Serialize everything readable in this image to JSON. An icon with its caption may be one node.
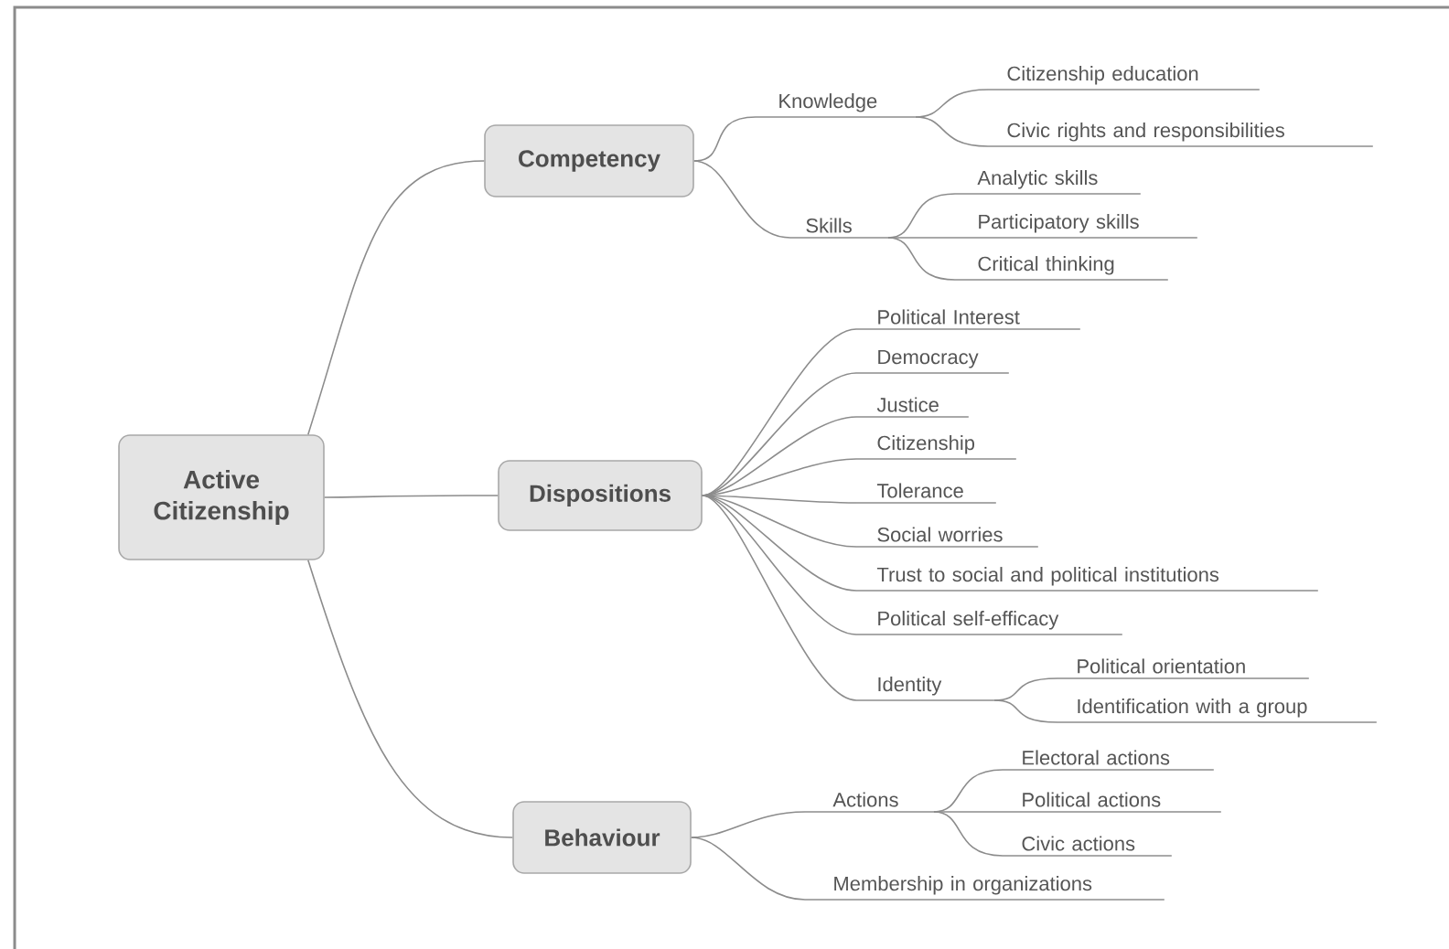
{
  "diagram": {
    "nodes": [
      {
        "text": [
          "Active Citizenship"
        ]
      },
      {
        "text": [
          "Competency"
        ]
      },
      {
        "text": [
          "Knowledge"
        ]
      },
      {
        "text": [
          "Citizenship education"
        ]
      },
      {
        "text": [
          "Civic rights and responsibilities"
        ]
      },
      {
        "text": [
          "Skills"
        ]
      },
      {
        "text": [
          "Analytic skills"
        ]
      },
      {
        "text": [
          "Participatory skills"
        ]
      },
      {
        "text": [
          "Critical thinking"
        ]
      },
      {
        "text": [
          "Dispositions"
        ]
      },
      {
        "text": [
          "Political Interest"
        ]
      },
      {
        "text": [
          "Democracy"
        ]
      },
      {
        "text": [
          "Justice"
        ]
      },
      {
        "text": [
          "Citizenship"
        ]
      },
      {
        "text": [
          "Tolerance"
        ]
      },
      {
        "text": [
          "Social worries"
        ]
      },
      {
        "text": [
          "Trust to social and political institutions"
        ]
      },
      {
        "text": [
          "Political self-efficacy"
        ]
      },
      {
        "text": [
          "Identity"
        ]
      },
      {
        "text": [
          "Political orientation"
        ]
      },
      {
        "text": [
          "Identification with a group"
        ]
      },
      {
        "text": [
          "Behaviour"
        ]
      },
      {
        "text": [
          "Actions"
        ]
      },
      {
        "text": [
          "Electoral actions"
        ]
      },
      {
        "text": [
          "Political actions"
        ]
      },
      {
        "text": [
          "Civic actions"
        ]
      },
      {
        "text": [
          "Membership in organizations"
        ]
      }
    ],
    "edges": [
      {
        "from": 0,
        "to": 1,
        "arrow": "none"
      },
      {
        "from": 0,
        "to": 9,
        "arrow": "none"
      },
      {
        "from": 0,
        "to": 21,
        "arrow": "none"
      },
      {
        "from": 1,
        "to": 2,
        "arrow": "none"
      },
      {
        "from": 1,
        "to": 5,
        "arrow": "none"
      },
      {
        "from": 2,
        "to": 3,
        "arrow": "none"
      },
      {
        "from": 2,
        "to": 4,
        "arrow": "none"
      },
      {
        "from": 5,
        "to": 6,
        "arrow": "none"
      },
      {
        "from": 5,
        "to": 7,
        "arrow": "none"
      },
      {
        "from": 5,
        "to": 8,
        "arrow": "none"
      },
      {
        "from": 9,
        "to": 10,
        "arrow": "none"
      },
      {
        "from": 9,
        "to": 11,
        "arrow": "none"
      },
      {
        "from": 9,
        "to": 12,
        "arrow": "none"
      },
      {
        "from": 9,
        "to": 13,
        "arrow": "none"
      },
      {
        "from": 9,
        "to": 14,
        "arrow": "none"
      },
      {
        "from": 9,
        "to": 15,
        "arrow": "none"
      },
      {
        "from": 9,
        "to": 16,
        "arrow": "none"
      },
      {
        "from": 9,
        "to": 17,
        "arrow": "none"
      },
      {
        "from": 9,
        "to": 18,
        "arrow": "none"
      },
      {
        "from": 18,
        "to": 19,
        "arrow": "none"
      },
      {
        "from": 18,
        "to": 20,
        "arrow": "none"
      },
      {
        "from": 21,
        "to": 22,
        "arrow": "none"
      },
      {
        "from": 21,
        "to": 26,
        "arrow": "none"
      },
      {
        "from": 22,
        "to": 23,
        "arrow": "none"
      },
      {
        "from": 22,
        "to": 24,
        "arrow": "none"
      },
      {
        "from": 22,
        "to": 25,
        "arrow": "none"
      }
    ]
  }
}
